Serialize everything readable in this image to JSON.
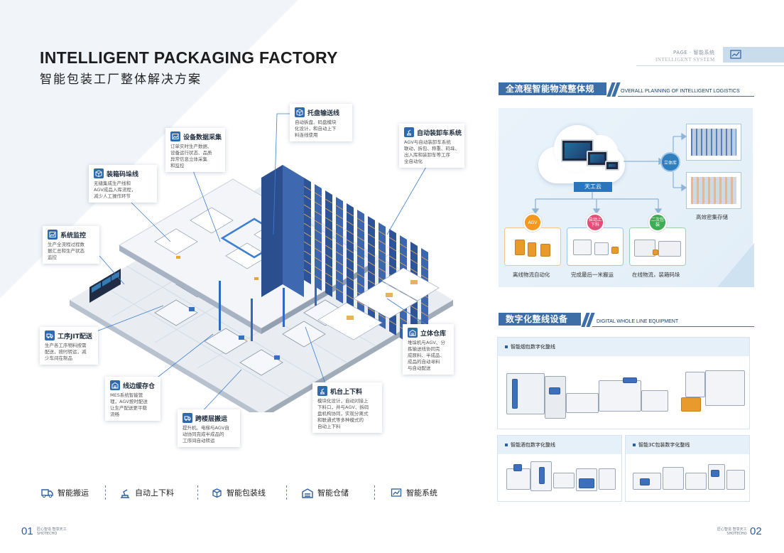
{
  "header": {
    "title": "INTELLIGENT PACKAGING FACTORY",
    "subtitle": "智能包装工厂整体解决方案",
    "page_label": "PAGE · 智能系统",
    "page_label_en": "INTELLIGENT SYSTEM"
  },
  "callouts": [
    {
      "title": "托盘输送线",
      "lines": [
        "自动拆盘、码盘模块",
        "化设计，和自动上下",
        "料连线使用"
      ]
    },
    {
      "title": "设备数据采集",
      "lines": [
        "订单实时生产数据、",
        "设备运行状态、品质",
        "异常信息立体采集",
        "和监控"
      ]
    },
    {
      "title": "自动装卸车系统",
      "lines": [
        "AGV与自动装卸车系统",
        "联动，拆包、称重、码垛、",
        "出入库和装卸车等工序",
        "全自动化"
      ]
    },
    {
      "title": "装箱码垛线",
      "lines": [
        "无缝集成生产线和",
        "AGV成品入库流程，",
        "减少人工操作环节"
      ]
    },
    {
      "title": "系统监控",
      "lines": [
        "生产全流程过程数",
        "据汇总和生产状态",
        "监控"
      ]
    },
    {
      "title": "立体仓库",
      "lines": [
        "堆垛机与AGV、分",
        "拣输送线协同完",
        "成原料、半成品、",
        "成品的自动寻料",
        "与自动配送"
      ]
    },
    {
      "title": "工序JIT配送",
      "lines": [
        "生产各工序物料按需",
        "配送，按时转运，减",
        "少车间在制品"
      ]
    },
    {
      "title": "线边缓存仓",
      "lines": [
        "MES系统智能管",
        "理，AGV按时配送",
        "让生产配送更平稳",
        "流畅"
      ]
    },
    {
      "title": "机台上下料",
      "lines": [
        "模块化设计，自动对接上",
        "下料口，并与AGV、拆码",
        "盘机构协同，实现分离式",
        "和联通式等多种模式的",
        "自动上下料"
      ]
    },
    {
      "title": "跨楼层搬运",
      "lines": [
        "提升机、电梯与AGV自",
        "动协同完成半成品的",
        "工序间自动转运"
      ]
    }
  ],
  "nav": [
    {
      "label": "智能搬运",
      "icon": "truck-icon"
    },
    {
      "label": "自动上下料",
      "icon": "robot-arm-icon"
    },
    {
      "label": "智能包装线",
      "icon": "box-icon"
    },
    {
      "label": "智能仓储",
      "icon": "warehouse-icon"
    },
    {
      "label": "智能系统",
      "icon": "chart-icon"
    }
  ],
  "logistics": {
    "title_zh": "全流程智能物流整体规划",
    "title_en": "OVERALL PLANNING OF INTELLIGENT LOGISTICS",
    "cloud_label": "天工云",
    "warehouse_badge": "立体库",
    "storage_label": "高效密集存储",
    "options": [
      {
        "badge": "AGV",
        "label": "离线物流自动化",
        "color": "#f39a1e"
      },
      {
        "badge": "自动上下料",
        "label": "完成最后一米搬运",
        "color": "#e2507a"
      },
      {
        "badge": "二次包装",
        "label": "在线物流，装箱码垛",
        "color": "#3dae55"
      }
    ]
  },
  "equipment": {
    "title_zh": "数字化整线设备",
    "title_en": "DIGITAL WHOLE LINE EQUIPMENT",
    "lines": [
      "智能烟包数字化整线",
      "智能酒包数字化整线",
      "智能3C包装数字化整线"
    ]
  },
  "footer": {
    "left_page": "01",
    "right_page": "02",
    "slogan_zh": "匠心智造 智享天工",
    "slogan_en": "SHOTECHO"
  },
  "colors": {
    "accent": "#2f6bac",
    "panel": "#e6f0f8",
    "header_box": "#c9dceb"
  }
}
